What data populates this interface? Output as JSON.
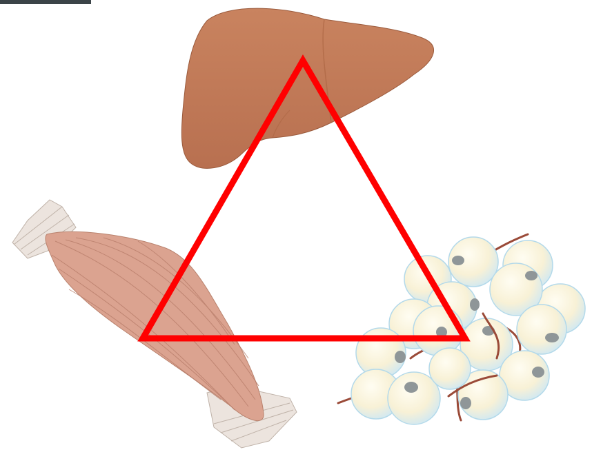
{
  "figure": {
    "kind": "organ-triangle-diagram",
    "nodes": [
      {
        "id": "liver",
        "icon": "liver-icon",
        "position": "top"
      },
      {
        "id": "muscle",
        "icon": "muscle-icon",
        "position": "bottom-left"
      },
      {
        "id": "adipose",
        "icon": "adipose-tissue-icon",
        "position": "bottom-right"
      }
    ],
    "connector": {
      "shape": "triangle",
      "color": "#ff0000"
    },
    "colors": {
      "liver": "#c67f5c",
      "muscle": "#dba390",
      "tendon": "#e7ddd7",
      "fat_cell": "#fbf5dc",
      "fat_cell_edge": "#bde1f0",
      "nucleus": "#8f9698",
      "vessel": "#9a4a38",
      "corner_bar": "#3b4448"
    }
  }
}
